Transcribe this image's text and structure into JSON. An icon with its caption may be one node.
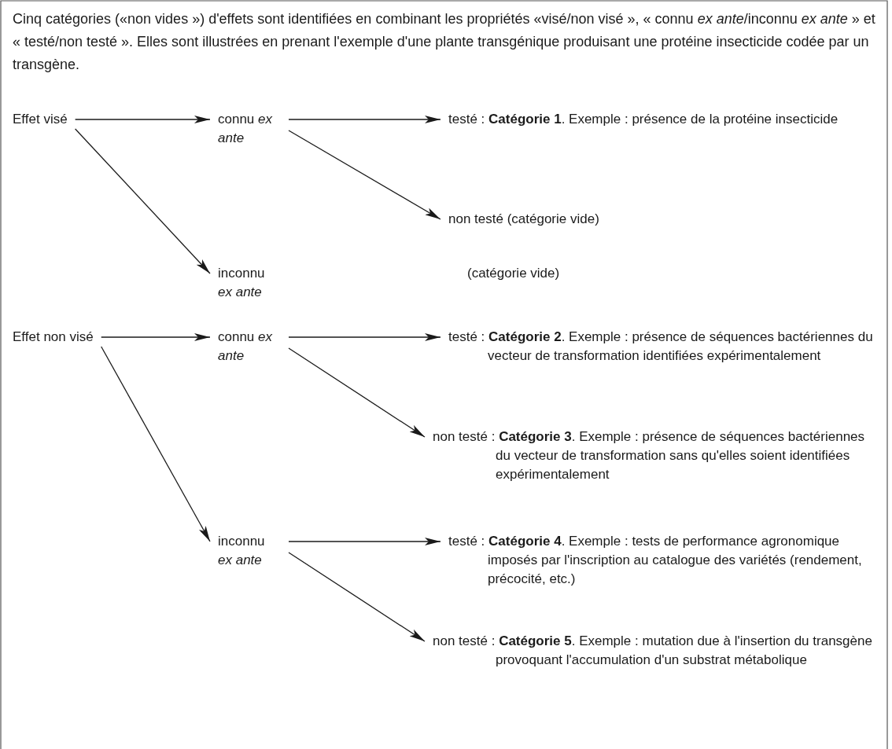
{
  "diagram": {
    "nodes": [
      {
        "text": [
          "Effet visé"
        ]
      },
      {
        "text": [
          "connu *ex ante*"
        ]
      },
      {
        "text": [
          "testé : **Catégorie 1**. Exemple : présence de la protéine insecticide"
        ]
      },
      {
        "text": [
          "non testé (catégorie vide)"
        ]
      },
      {
        "text": [
          "inconnu *ex ante*"
        ]
      },
      {
        "text": [
          "Effet non visé"
        ]
      },
      {
        "text": [
          "connu *ex ante*"
        ]
      },
      {
        "text": [
          "testé : **Catégorie 2**. Exemple : présence de séquences bactériennes du vecteur de transformation identifiées expérimentalement"
        ]
      },
      {
        "text": [
          "non testé : **Catégorie 3**. Exemple : présence de séquences bactériennes du vecteur de transformation sans qu'elles soient identifiées expérimentalement"
        ]
      },
      {
        "text": [
          "inconnu *ex ante*"
        ]
      },
      {
        "text": [
          "testé : **Catégorie 4**. Exemple : tests de performance agronomique imposés par l'inscription au catalogue des variétés (rendement, précocité, etc.)"
        ]
      },
      {
        "text": [
          "non testé : **Catégorie 5**. Exemple : mutation due à l'insertion du transgène provoquant l'accumulation d'un substrat métabolique"
        ]
      }
    ],
    "edges": [
      {
        "from": 0,
        "to": 1,
        "arrow": "to"
      },
      {
        "from": 0,
        "to": 4,
        "arrow": "to"
      },
      {
        "from": 1,
        "to": 2,
        "arrow": "to"
      },
      {
        "from": 1,
        "to": 3,
        "arrow": "to"
      },
      {
        "from": 5,
        "to": 6,
        "arrow": "to"
      },
      {
        "from": 5,
        "to": 9,
        "arrow": "to"
      },
      {
        "from": 6,
        "to": 7,
        "arrow": "to"
      },
      {
        "from": 6,
        "to": 8,
        "arrow": "to"
      },
      {
        "from": 9,
        "to": 10,
        "arrow": "to"
      },
      {
        "from": 9,
        "to": 11,
        "arrow": "to"
      }
    ],
    "labels": [
      "Cinq catégories («non vides ») d'effets sont identifiées en combinant les propriétés «visé/non visé », « connu *ex ante*/inconnu *ex ante* » et « testé/non testé ». Elles sont illustrées en prenant l'exemple d'une plante transgénique produisant une protéine insecticide codée par un transgène.",
      "(catégorie vide)"
    ]
  }
}
